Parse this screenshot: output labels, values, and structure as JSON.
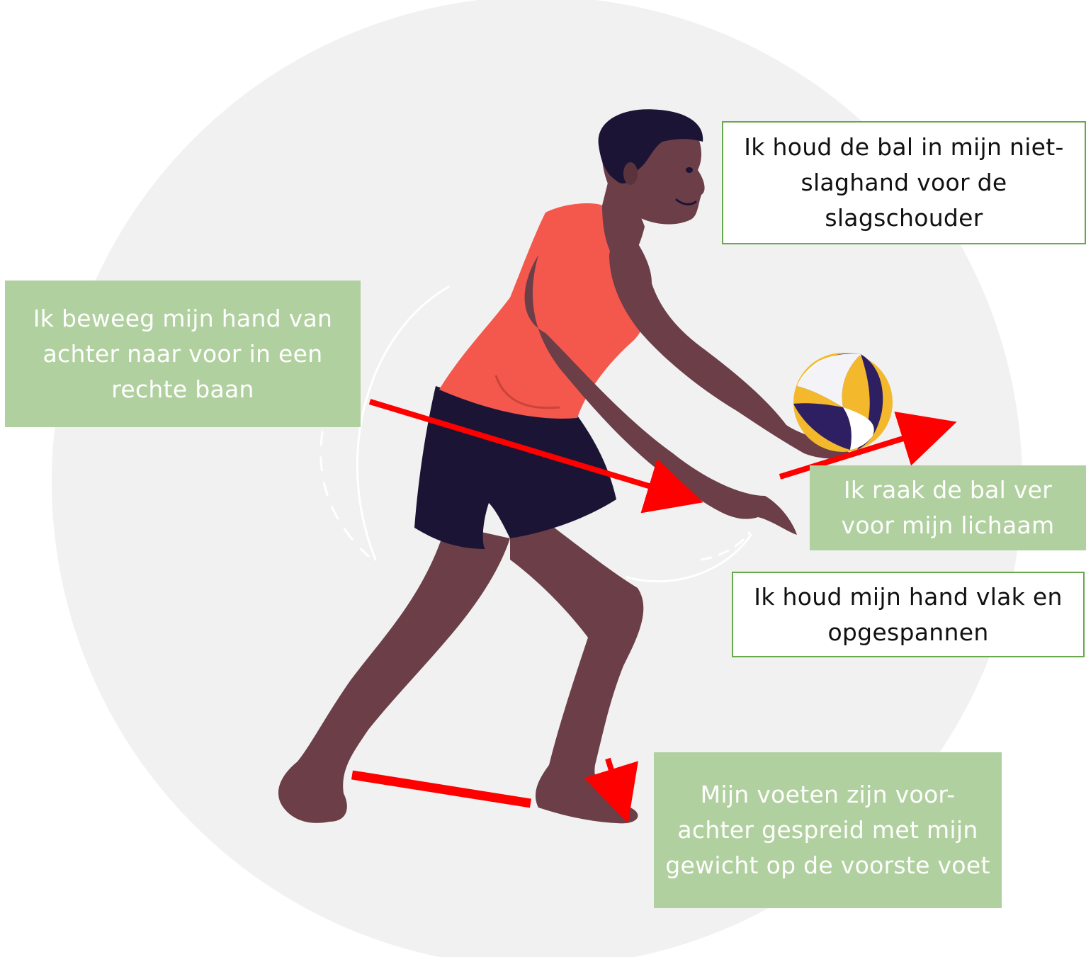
{
  "colors": {
    "background_circle": "#f1f1f1",
    "skin": "#6b3e48",
    "skin_dark": "#5a333d",
    "hair": "#1c1435",
    "shirt": "#f4574b",
    "shorts": "#1c1435",
    "ball_navy": "#2e1f62",
    "ball_yellow": "#f3b82c",
    "arrow_red": "#ff0000",
    "callout_green": "#b1d09f",
    "callout_border": "#6aa84f"
  },
  "illustration": {
    "subject": "volleyball player performing an underhand serve",
    "icons": [
      "volleyball-icon",
      "player-figure",
      "motion-arc-lines"
    ]
  },
  "labels": {
    "ball_hold": "Ik houd de bal in mijn niet-slaghand voor de slagschouder",
    "hand_path": "Ik beweeg mijn hand van achter naar voor in een rechte baan",
    "contact_point": "Ik raak de bal ver voor mijn lichaam",
    "hand_flat": "Ik houd mijn hand vlak en opgespannen",
    "feet_stance": "Mijn voeten zijn voor-achter gespreid met mijn gewicht op de voorste voet"
  }
}
